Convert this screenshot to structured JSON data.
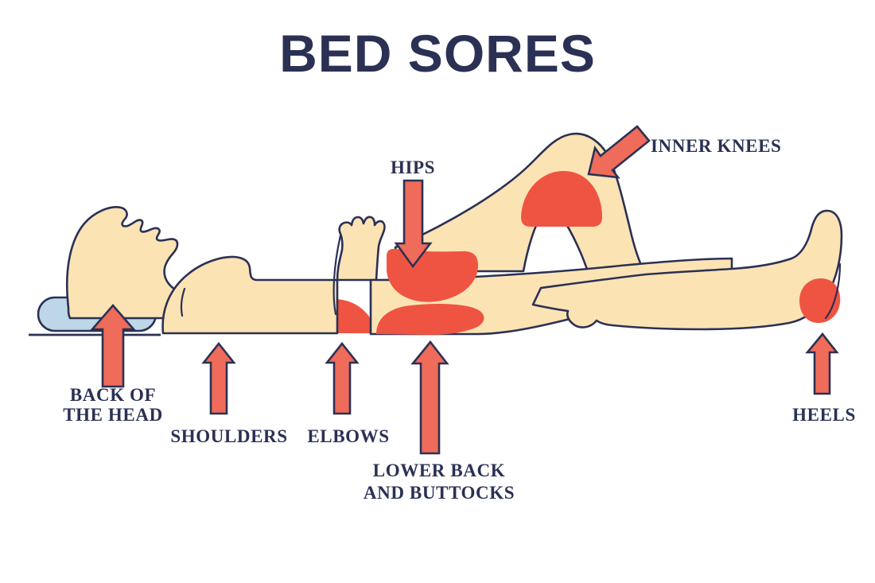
{
  "title": "BED SORES",
  "colors": {
    "navy": "#2b3154",
    "skin": "#fce3b4",
    "sore_red": "#ef5442",
    "arrow_red": "#ef6b5a",
    "pillow_blue": "#bdd7e8",
    "background": "#ffffff"
  },
  "labels": {
    "back_of_head_line1": "BACK OF",
    "back_of_head_line2": "THE HEAD",
    "shoulders": "SHOULDERS",
    "elbows": "ELBOWS",
    "lower_back_line1": "LOWER BACK",
    "lower_back_line2": "AND BUTTOCKS",
    "hips": "HIPS",
    "inner_knees": "INNER KNEES",
    "heels": "HEELS"
  },
  "pressure_points": [
    {
      "name": "back-of-the-head",
      "label": "BACK OF THE HEAD",
      "arrow_direction": "up"
    },
    {
      "name": "shoulders",
      "label": "SHOULDERS",
      "arrow_direction": "up"
    },
    {
      "name": "elbows",
      "label": "ELBOWS",
      "arrow_direction": "up"
    },
    {
      "name": "lower-back-and-buttocks",
      "label": "LOWER BACK AND BUTTOCKS",
      "arrow_direction": "up"
    },
    {
      "name": "hips",
      "label": "HIPS",
      "arrow_direction": "down"
    },
    {
      "name": "inner-knees",
      "label": "INNER KNEES",
      "arrow_direction": "down-left"
    },
    {
      "name": "heels",
      "label": "HEELS",
      "arrow_direction": "up"
    }
  ]
}
